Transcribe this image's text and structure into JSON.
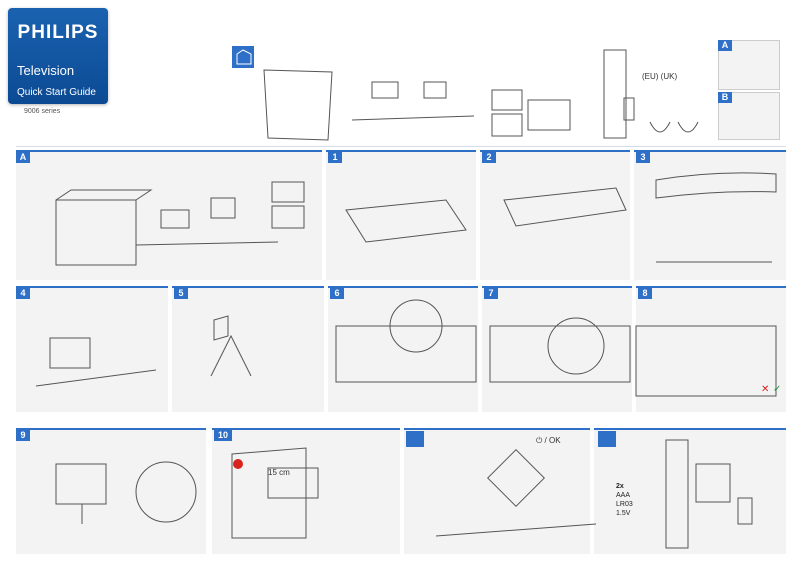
{
  "brand": {
    "logo": "PHILIPS",
    "product": "Television",
    "guide": "Quick Start Guide",
    "series": "9006 series"
  },
  "box_contents": {
    "plug_labels": "(EU) (UK)"
  },
  "options": {
    "a": "A",
    "b": "B"
  },
  "steps": [
    "A",
    "1",
    "2",
    "3",
    "4",
    "5",
    "6",
    "7",
    "8",
    "9",
    "10"
  ],
  "power": {
    "key_label": "⏻ / OK"
  },
  "remote": {
    "count": "2x",
    "type": "AAA",
    "model": "LR03",
    "voltage": "1.5V"
  },
  "step10": {
    "height": "15",
    "unit": "cm"
  },
  "colors": {
    "accent": "#2e6fc7",
    "brand": "#0c4a93",
    "warning": "#d9231f"
  }
}
